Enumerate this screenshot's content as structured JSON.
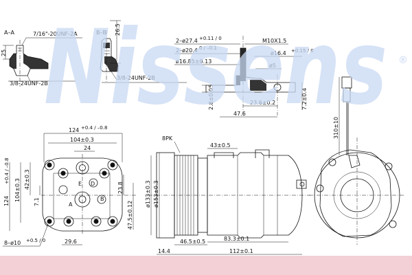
{
  "watermark": {
    "brand": "Nissens",
    "registered": "®",
    "color": "#c9d9f3"
  },
  "bottom_band_color": "#f3cfd6",
  "section_aa": {
    "title": "A–A",
    "thread_top": "7/16\"-20UNF-2A",
    "thread_bottom": "3/8-24UNF-2B",
    "height": "25"
  },
  "section_bb": {
    "title": "B–B",
    "height": "26.5",
    "thread_bottom": "3/8-24UNF-2B"
  },
  "fitting_detail": {
    "d1": "2–ø27.4",
    "d1_tol": "+0.11 / 0",
    "d2": "2–ø20.4",
    "d2_tol": "0 / –0.1",
    "d3": "ø16.85±0.13",
    "thread": "M10X1.5",
    "d4": "ø16.4",
    "d4_tol": "+0.15 / 0",
    "d5": "ø5",
    "h1": "2.8±0.05",
    "w1": "23.6±0.2",
    "w2": "47.6",
    "h2": "7.2±0.4"
  },
  "front_view": {
    "top_width": "124",
    "top_width_tol": "+0.4 / –0.8",
    "inner_width": "104±0.3",
    "inner_24": "24",
    "h_104": "104±0.3",
    "h_42": "42±0.3",
    "h_124": "124",
    "h_124_tol": "+0.4 / –0.8",
    "h_23_8": "23.8",
    "h_7_1": "7.1",
    "h_47_5": "47.5±0.12",
    "holes": "8–ø10",
    "holes_tol": "+0.5 / 0",
    "w_29_6": "29.6",
    "port_a": "A",
    "port_b": "B",
    "port_d": "D",
    "port_e": "E"
  },
  "side_view": {
    "belt": "8PK",
    "d_pulley": "ø133±0.3",
    "d_body": "ø153±0.3",
    "w_43": "43±0.5",
    "w_46_5": "46.5±0.5",
    "w_14_4": "14.4",
    "w_83_3": "83.3±0.1",
    "w_112": "112±0.1"
  },
  "rear_view": {
    "cable_length": "310±10"
  }
}
